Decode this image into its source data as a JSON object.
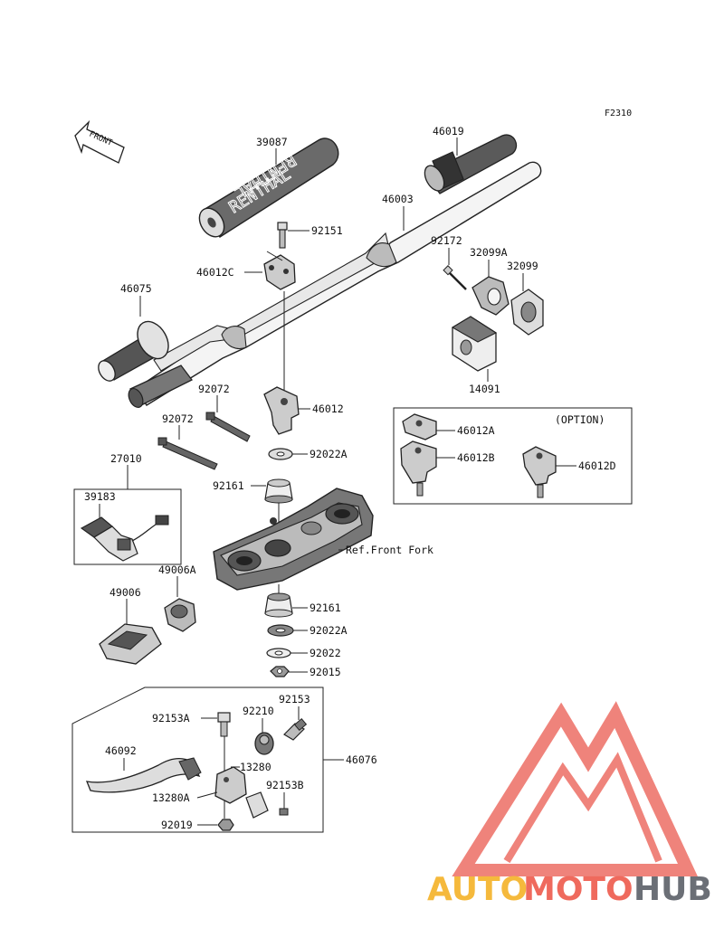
{
  "figure_code": "F2310",
  "front_label": "FRONT",
  "grip_brand": "RENTHAL",
  "option_label": "(OPTION)",
  "ref_label": "Ref.Front Fork",
  "parts": {
    "p39087": "39087",
    "p46019": "46019",
    "p46003": "46003",
    "p92151": "92151",
    "p46012C": "46012C",
    "p46075": "46075",
    "p92172": "92172",
    "p32099A": "32099A",
    "p32099": "32099",
    "p14091": "14091",
    "p92072a": "92072",
    "p92072b": "92072",
    "p46012": "46012",
    "p92022A_top": "92022A",
    "p46012A": "46012A",
    "p46012B": "46012B",
    "p46012D": "46012D",
    "p27010": "27010",
    "p39183": "39183",
    "p92161_top": "92161",
    "p49006A": "49006A",
    "p49006": "49006",
    "p92161_bot": "92161",
    "p92022A_bot": "92022A",
    "p92022": "92022",
    "p92015": "92015",
    "p92153": "92153",
    "p92153A": "92153A",
    "p92210": "92210",
    "p46092": "46092",
    "p46076": "46076",
    "p13280": "13280",
    "p92153B": "92153B",
    "p13280A": "13280A",
    "p92019": "92019"
  },
  "watermark": {
    "part1": "AUTO",
    "part2": "MOTO",
    "part3": "HUB",
    "color_auto": "#f5b93c",
    "color_moto": "#ef6a5d",
    "color_hub": "#6b6f76",
    "logo_color": "#ef7d74"
  }
}
